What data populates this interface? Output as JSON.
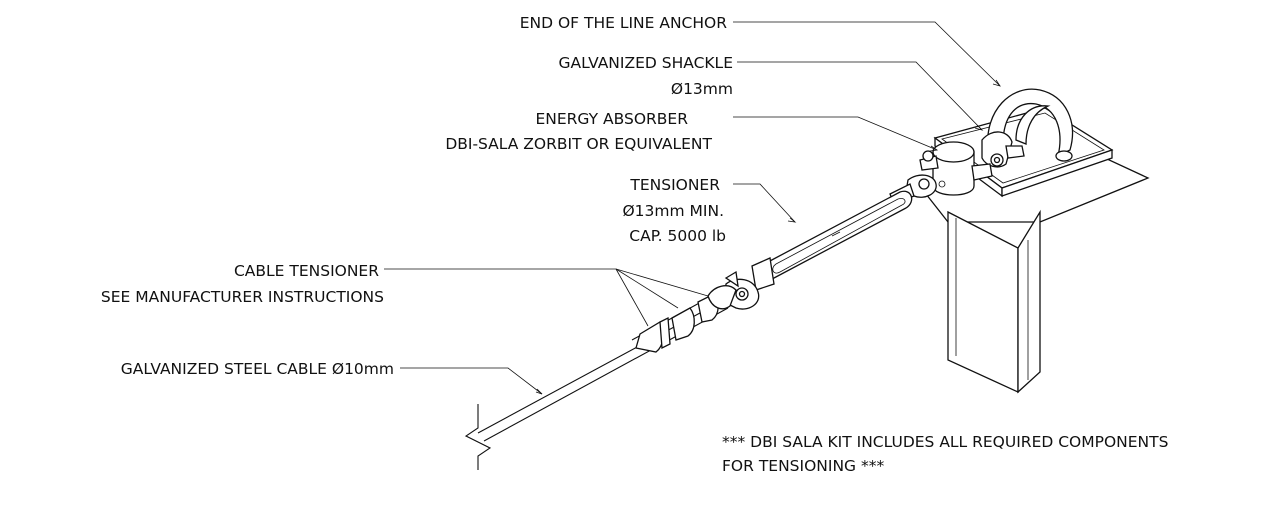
{
  "labels": {
    "anchor": "END OF THE LINE ANCHOR",
    "shackle_1": "GALVANIZED SHACKLE",
    "shackle_2": "Ø13mm",
    "absorber_1": "ENERGY ABSORBER",
    "absorber_2": "DBI-SALA ZORBIT OR EQUIVALENT",
    "tensioner_1": "TENSIONER",
    "tensioner_2": "Ø13mm MIN.",
    "tensioner_3": "CAP. 5000 lb",
    "cable_tensioner_1": "CABLE TENSIONER",
    "cable_tensioner_2": "SEE MANUFACTURER INSTRUCTIONS",
    "cable": "GALVANIZED STEEL CABLE Ø10mm",
    "note_1": "*** DBI SALA KIT INCLUDES ALL REQUIRED COMPONENTS",
    "note_2": "FOR TENSIONING ***"
  }
}
